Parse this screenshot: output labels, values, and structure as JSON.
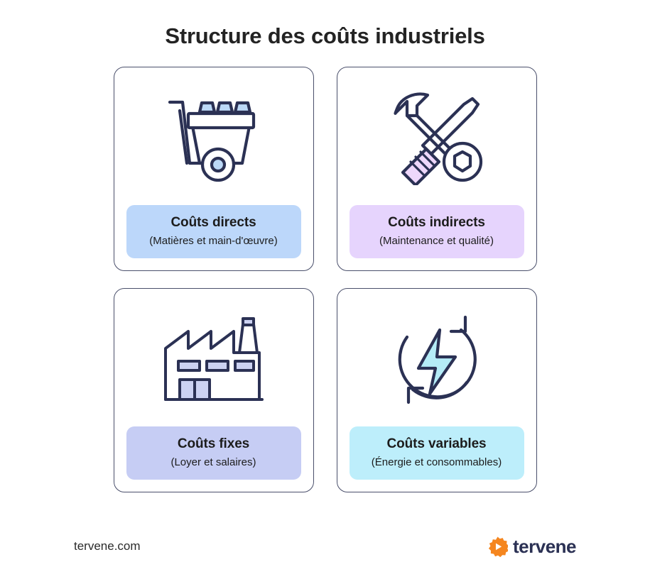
{
  "header": {
    "title": "Structure des coûts industriels"
  },
  "cards": [
    {
      "icon": "wheelbarrow-cart-icon",
      "title": "Coûts directs",
      "subtitle": "(Matières et main-d'œuvre)",
      "panel_color": "#bcd7fa",
      "accent_color": "#bcd9f7"
    },
    {
      "icon": "wrench-screwdriver-icon",
      "title": "Coûts indirects",
      "subtitle": "(Maintenance et qualité)",
      "panel_color": "#e6d4fd",
      "accent_color": "#eed7fb"
    },
    {
      "icon": "factory-icon",
      "title": "Coûts fixes",
      "subtitle": "(Loyer et salaires)",
      "panel_color": "#c6cdf4",
      "accent_color": "#ccd2f2"
    },
    {
      "icon": "energy-cycle-icon",
      "title": "Coûts variables",
      "subtitle": "(Énergie et consommables)",
      "panel_color": "#bdeefb",
      "accent_color": "#b5ecf7"
    }
  ],
  "footer": {
    "url": "tervene.com",
    "brand_name": "tervene",
    "brand_icon": "tervene-gear-play-logo",
    "brand_icon_color": "#f5861f",
    "brand_text_color": "#2b3154"
  },
  "theme": {
    "page_background": "#ffffff",
    "title_color": "#232323",
    "card_border_color": "#4a4f6b",
    "icon_stroke_color": "#2b3154"
  }
}
